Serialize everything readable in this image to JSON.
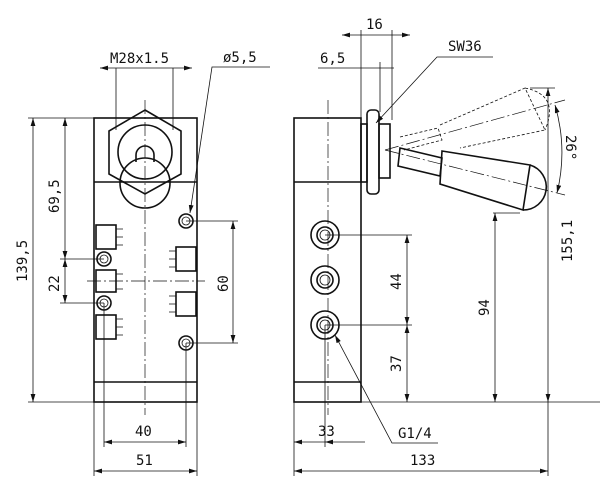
{
  "front_view": {
    "dim_thread": "M28x1.5",
    "dim_hole_diameter": "ø5,5",
    "dim_height_total": "139,5",
    "dim_height_upper": "69,5",
    "dim_port_spacing": "22",
    "dim_hole_spacing_vertical": "60",
    "dim_hole_spacing_horizontal": "40",
    "dim_width": "51"
  },
  "side_view": {
    "dim_nut_width": "16",
    "dim_nut_offset": "6,5",
    "label_wrench_size": "SW36",
    "dim_angle": "26°",
    "dim_total_height": "155,1",
    "dim_handle_height": "94",
    "dim_port_spacing": "44",
    "dim_port_bottom": "37",
    "dim_port_offset": "33",
    "dim_total_length": "133",
    "label_port_thread": "G1/4"
  }
}
